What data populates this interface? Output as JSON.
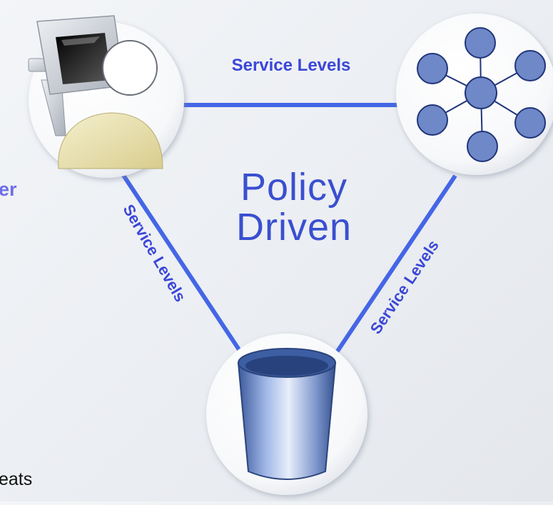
{
  "diagram": {
    "center_line1": "Policy",
    "center_line2": "Driven",
    "edge_label_top": "Service Levels",
    "edge_label_left": "Service Levels",
    "edge_label_right": "Service Levels",
    "partial_left_text": "er",
    "partial_bottom_text": "eats",
    "colors": {
      "edge": "#4466e6",
      "edge_label": "#3b47d8",
      "node_fill": "#6f88c8",
      "node_stroke": "#20357a",
      "disc": "#ffffff",
      "background": "#eceff3"
    },
    "nodes": [
      {
        "name": "user-computer",
        "icon": "user-computer-icon"
      },
      {
        "name": "network",
        "icon": "network-hub-icon"
      },
      {
        "name": "storage",
        "icon": "storage-cylinder-icon"
      }
    ]
  }
}
